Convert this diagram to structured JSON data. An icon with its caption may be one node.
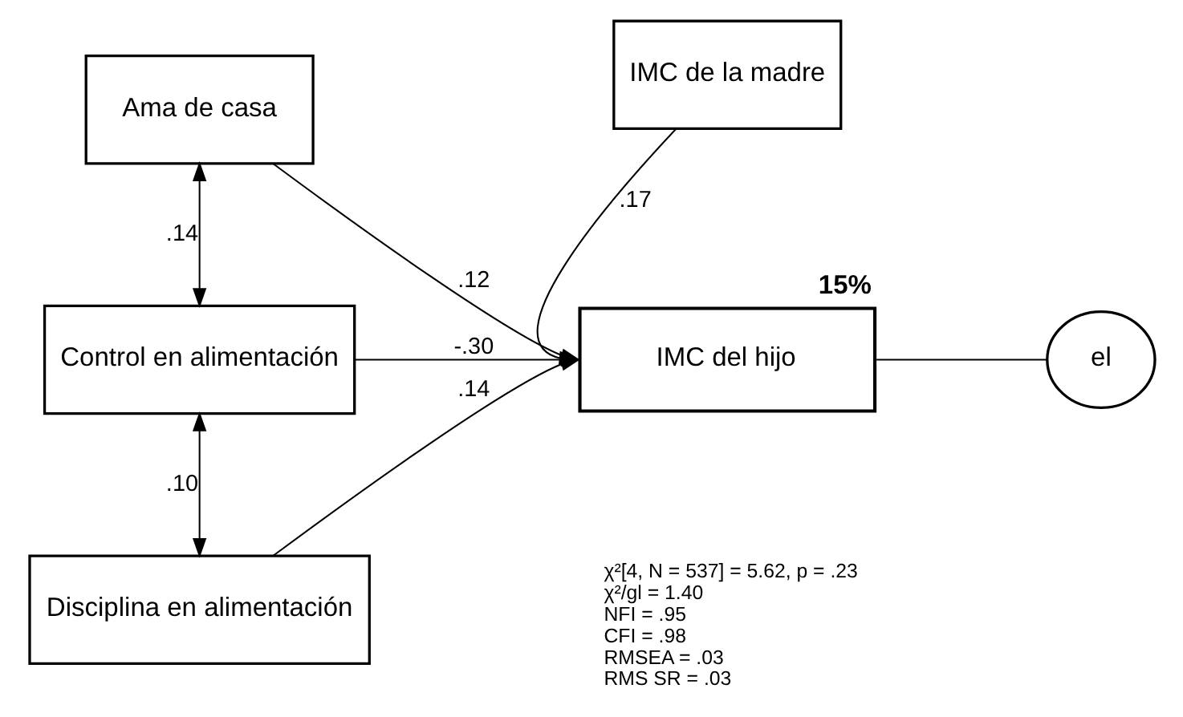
{
  "diagram": {
    "nodes": [
      {
        "text": [
          "Ama de casa"
        ]
      },
      {
        "text": [
          "IMC de la madre"
        ]
      },
      {
        "text": [
          "Control en alimentación"
        ]
      },
      {
        "text": [
          "IMC del hijo"
        ],
        "beside": [
          "15%"
        ]
      },
      {
        "text": [
          "el"
        ]
      },
      {
        "text": [
          "Disciplina en alimentación"
        ]
      }
    ],
    "edges": [
      {
        "from": 0,
        "to": 2,
        "arrow": "both",
        "label": ".14"
      },
      {
        "from": 2,
        "to": 5,
        "arrow": "both",
        "label": ".10"
      },
      {
        "from": 0,
        "to": 3,
        "arrow": "to",
        "label": ".12"
      },
      {
        "from": 1,
        "to": 3,
        "arrow": "to",
        "label": ".17"
      },
      {
        "from": 2,
        "to": 3,
        "arrow": "to",
        "label": "-.30"
      },
      {
        "from": 5,
        "to": 3,
        "arrow": "to",
        "label": ".14"
      },
      {
        "from": 3,
        "to": 4,
        "arrow": "none"
      }
    ],
    "labels": [
      "χ²[4, N = 537] = 5.62, p = .23",
      "χ²/gl = 1.40",
      "NFI = .95",
      "CFI = .98",
      "RMSEA = .03",
      "RMS SR = .03"
    ]
  }
}
